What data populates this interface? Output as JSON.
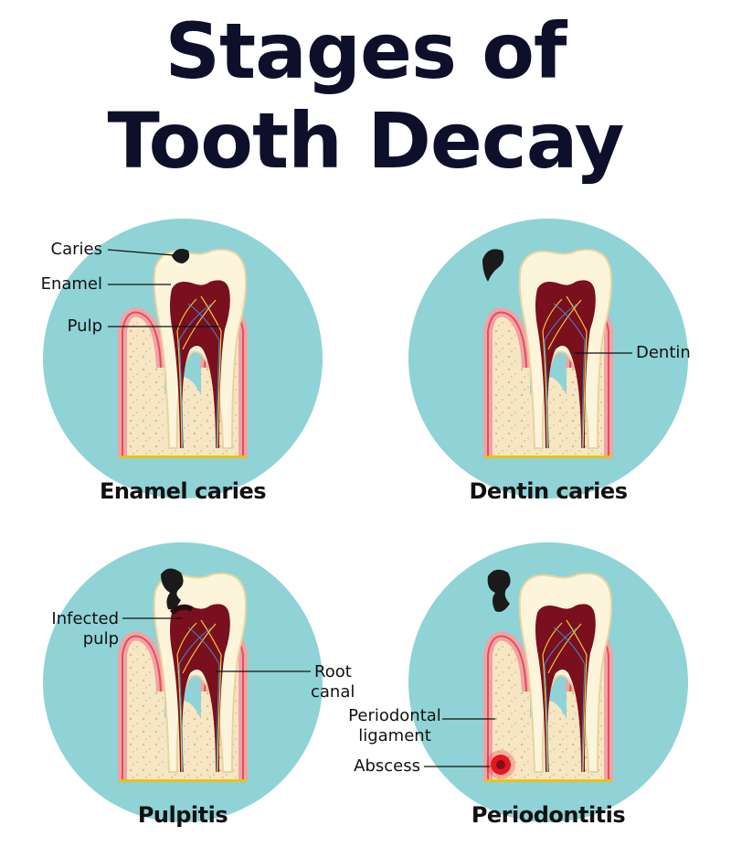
{
  "title": {
    "line1": "Stages of",
    "line2": "Tooth Decay"
  },
  "panels": [
    {
      "stage": "Enamel caries",
      "labels": {
        "caries": "Caries",
        "enamel": "Enamel",
        "pulp": "Pulp"
      }
    },
    {
      "stage": "Dentin caries",
      "labels": {
        "dentin": "Dentin"
      }
    },
    {
      "stage": "Pulpitis",
      "labels": {
        "infected_line1": "Infected",
        "infected_line2": "pulp",
        "root_line1": "Root",
        "root_line2": "canal"
      }
    },
    {
      "stage": "Periodontitis",
      "labels": {
        "ligament_line1": "Periodontal",
        "ligament_line2": "ligament",
        "abscess": "Abscess"
      }
    }
  ],
  "colors": {
    "circle": "#8fd3d6",
    "bone": "#f6e6c4",
    "gum": "#f2a2a6",
    "gum_edge": "#e0505a",
    "enamel": "#fdf4dc",
    "pulp": "#7a0f1e",
    "decay": "#1a1a1a",
    "abscess": "#e4161f"
  }
}
